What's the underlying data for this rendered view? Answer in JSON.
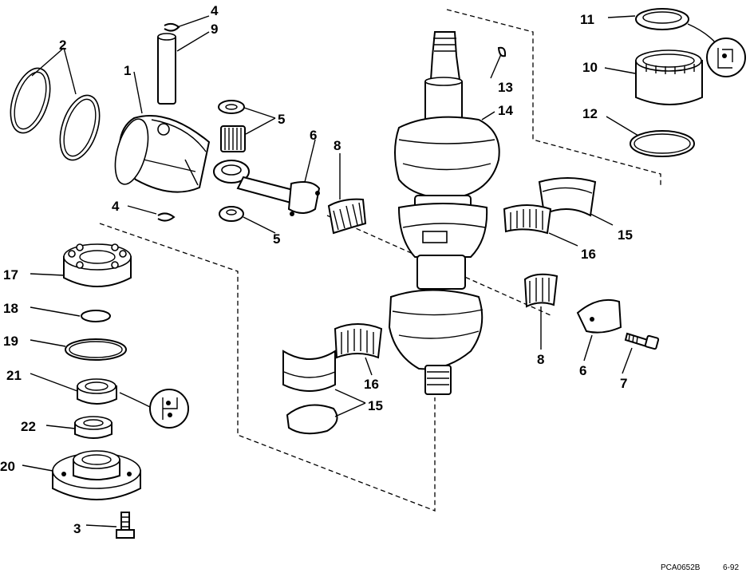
{
  "callouts": {
    "c1": "1",
    "c2": "2",
    "c3": "3",
    "c4a": "4",
    "c4b": "4",
    "c5a": "5",
    "c5b": "5",
    "c6a": "6",
    "c6b": "6",
    "c7": "7",
    "c8a": "8",
    "c8b": "8",
    "c9": "9",
    "c10": "10",
    "c11": "11",
    "c12": "12",
    "c13": "13",
    "c14": "14",
    "c15a": "15",
    "c15b": "15",
    "c16a": "16",
    "c16b": "16",
    "c17": "17",
    "c18": "18",
    "c19": "19",
    "c20": "20",
    "c21": "21",
    "c22": "22"
  },
  "footer": {
    "code": "PCA0652B",
    "date": "6-92"
  }
}
